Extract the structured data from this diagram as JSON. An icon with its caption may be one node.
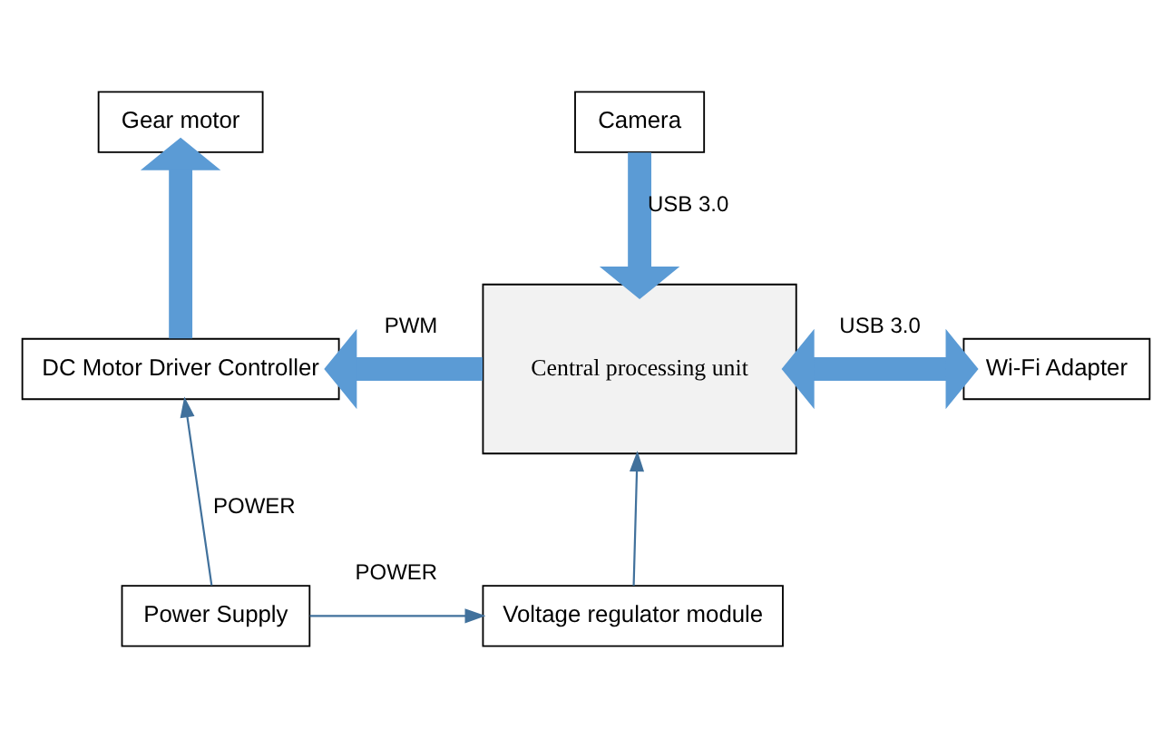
{
  "diagram": {
    "nodes": [
      {
        "text": [
          "Gear motor"
        ]
      },
      {
        "text": [
          "Camera"
        ]
      },
      {
        "text": [
          "DC Motor Driver Controller"
        ]
      },
      {
        "text": [
          "Central processing unit"
        ]
      },
      {
        "text": [
          "Wi-Fi Adapter"
        ]
      },
      {
        "text": [
          "Power Supply"
        ]
      },
      {
        "text": [
          "Voltage regulator module"
        ]
      }
    ],
    "edges": [
      {
        "from": 1,
        "to": 3,
        "arrow": "to",
        "label": "USB 3.0"
      },
      {
        "from": 2,
        "to": 0,
        "arrow": "to"
      },
      {
        "from": 3,
        "to": 2,
        "arrow": "to",
        "label": "PWM"
      },
      {
        "from": 3,
        "to": 4,
        "arrow": "both",
        "label": "USB 3.0"
      },
      {
        "from": 5,
        "to": 2,
        "arrow": "to",
        "label": "POWER",
        "color": "#41719c"
      },
      {
        "from": 5,
        "to": 6,
        "arrow": "to",
        "label": "POWER",
        "color": "#41719c"
      },
      {
        "from": 6,
        "to": 3,
        "arrow": "to",
        "color": "#41719c"
      }
    ]
  }
}
